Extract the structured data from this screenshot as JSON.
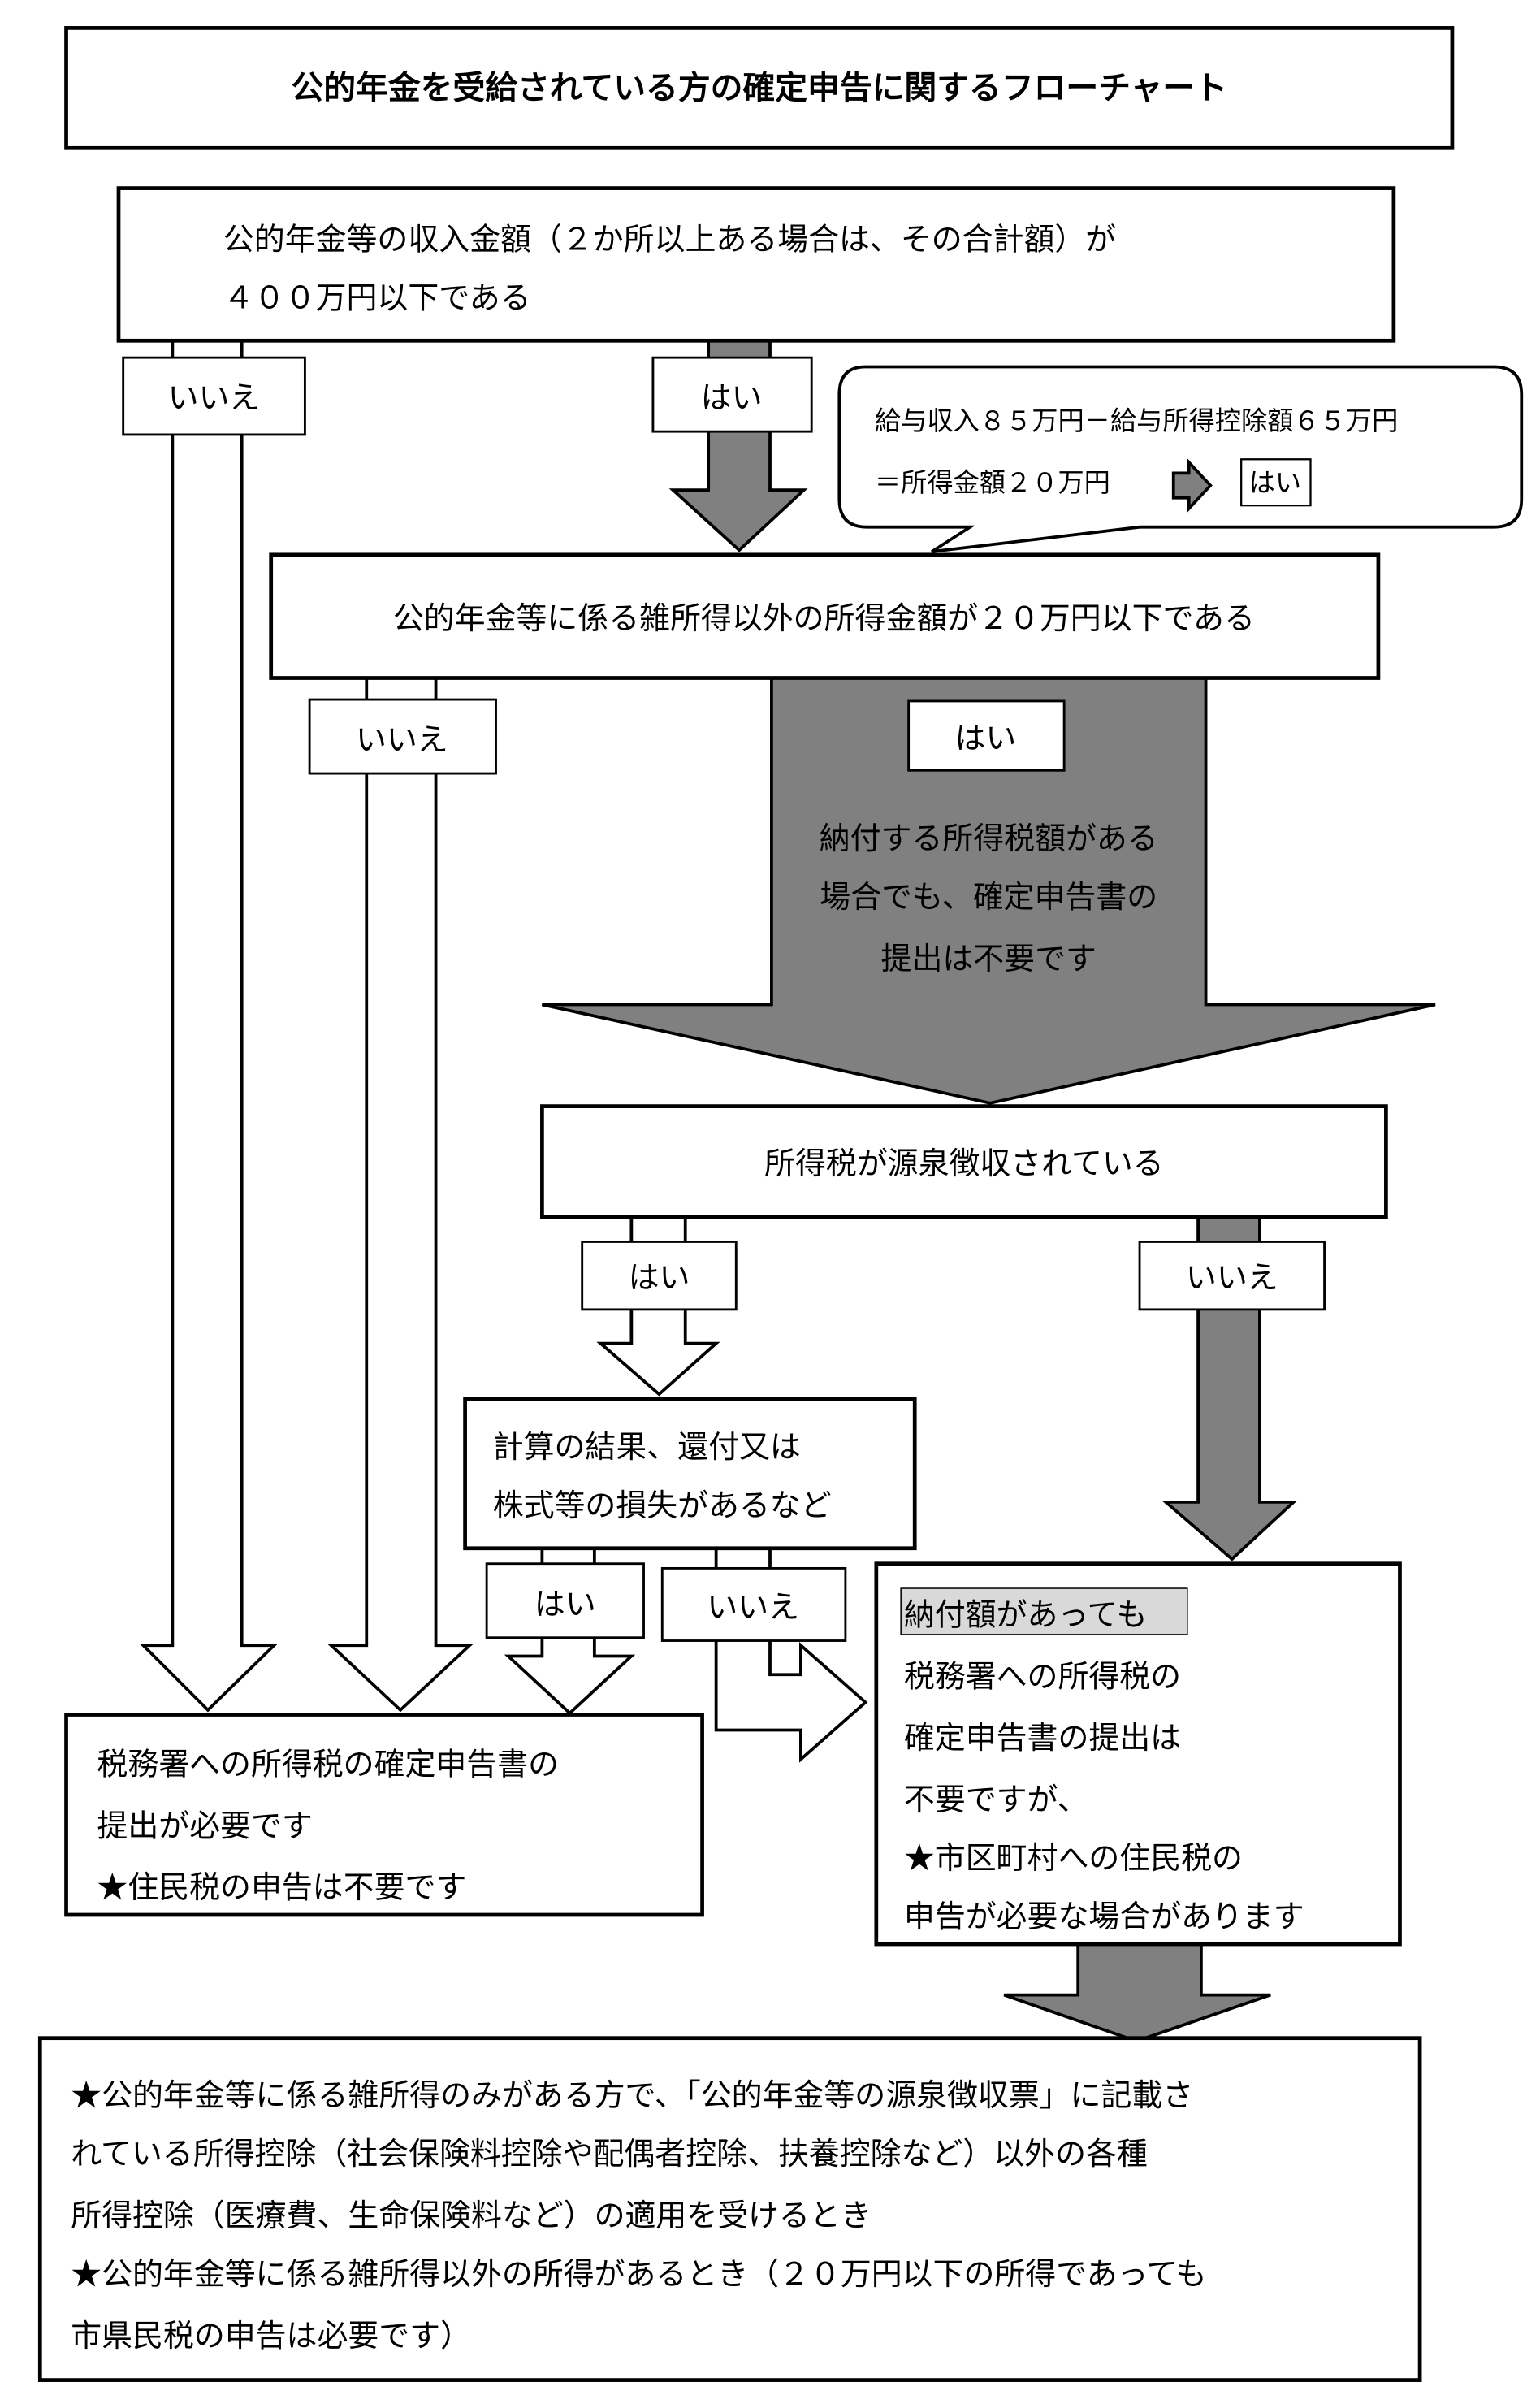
{
  "title": "公的年金を受給されている方の確定申告に関するフローチャート",
  "colors": {
    "arrow_fill": "#808080",
    "highlight": "#d9d9d9",
    "line": "#000000"
  },
  "q1": {
    "line1": "公的年金等の収入金額（２か所以上ある場合は、その合計額）が",
    "line2": "４００万円以下である",
    "yes": "はい",
    "no": "いいえ"
  },
  "callout": {
    "line1": "給与収入８５万円－給与所得控除額６５万円",
    "line2": "＝所得金額２０万円",
    "answer": "はい"
  },
  "q2": {
    "text": "公的年金等に係る雑所得以外の所得金額が２０万円以下である",
    "yes": "はい",
    "no": "いいえ",
    "yes_note": [
      "納付する所得税額がある",
      "場合でも、確定申告書の",
      "提出は不要です"
    ]
  },
  "q3": {
    "text": "所得税が源泉徴収されている",
    "yes": "はい",
    "no": "いいえ"
  },
  "q4": {
    "line1": "計算の結果、還付又は",
    "line2": "株式等の損失があるなど",
    "yes": "はい",
    "no": "いいえ"
  },
  "result_required": {
    "lines": [
      "税務署への所得税の確定申告書の",
      "提出が必要です",
      "★住民税の申告は不要です"
    ]
  },
  "result_not_required": {
    "highlight": "納付額があっても",
    "lines": [
      "税務署への所得税の",
      "確定申告書の提出は",
      "不要ですが、",
      "★市区町村への住民税の",
      "申告が必要な場合があります"
    ]
  },
  "notes": {
    "lines": [
      "★公的年金等に係る雑所得のみがある方で、「公的年金等の源泉徴収票」に記載さ",
      "れている所得控除（社会保険料控除や配偶者控除、扶養控除など）以外の各種",
      "所得控除（医療費、生命保険料など）の適用を受けるとき",
      "★公的年金等に係る雑所得以外の所得があるとき（２０万円以下の所得であっても",
      "市県民税の申告は必要です）"
    ]
  }
}
